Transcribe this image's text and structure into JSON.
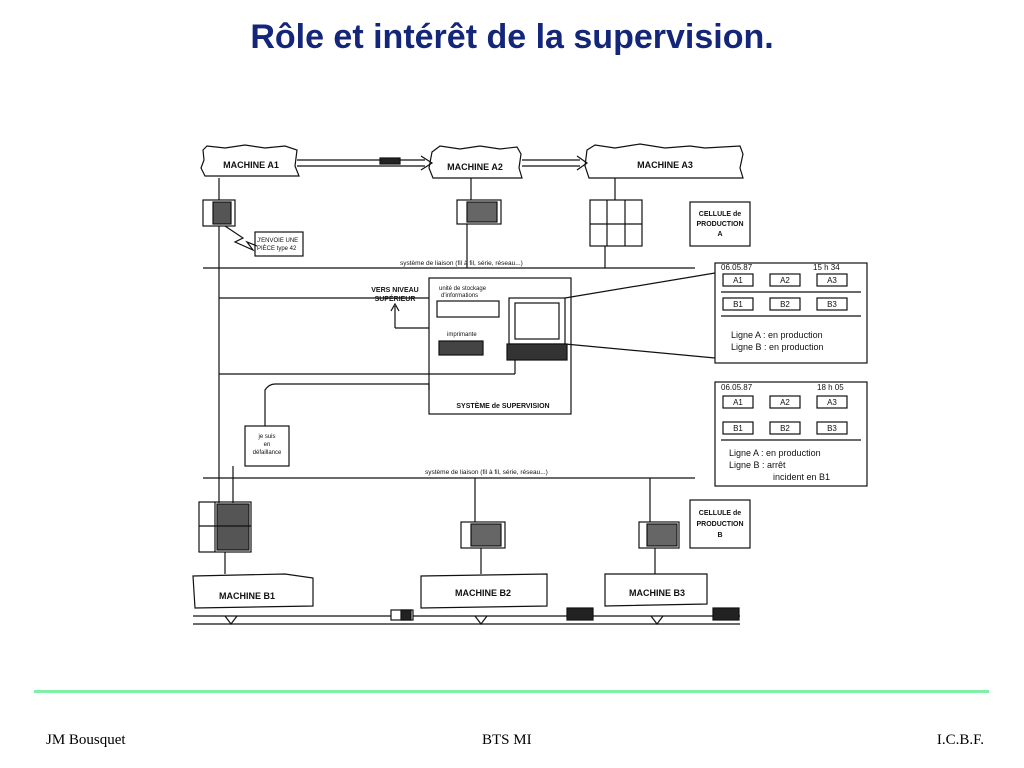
{
  "slide": {
    "title": "Rôle et intérêt de la supervision."
  },
  "diagram": {
    "machines": {
      "a1": "MACHINE A1",
      "a2": "MACHINE A2",
      "a3": "MACHINE A3",
      "b1": "MACHINE B1",
      "b2": "MACHINE B2",
      "b3": "MACHINE B3"
    },
    "cellule_a": [
      "CELLULE de",
      "PRODUCTION",
      "A"
    ],
    "cellule_b": [
      "CELLULE de",
      "PRODUCTION",
      "B"
    ],
    "envoi_msg": [
      "J'ENVOIE UNE",
      "PIÈCE type 42"
    ],
    "link_top": "système de liaison   (fil à fil, série, réseau...)",
    "link_bottom": "système de liaison (fil à fil, série, réseau...)",
    "vers_niveau": [
      "VERS NIVEAU",
      "SUPÉRIEUR"
    ],
    "stockage": [
      "unité de stockage",
      "d'informations"
    ],
    "imprimante": "imprimante",
    "supervision_label": "SYSTÈME de SUPERVISION",
    "defaillance": [
      "je suis",
      "en",
      "défaillance"
    ],
    "screen1": {
      "date": "06.05.87",
      "time": "15 h 34",
      "row_a": [
        "A1",
        "A2",
        "A3"
      ],
      "row_b": [
        "B1",
        "B2",
        "B3"
      ],
      "status": [
        "Ligne A : en production",
        "Ligne B : en production"
      ]
    },
    "screen2": {
      "date": "06.05.87",
      "time": "18 h 05",
      "row_a": [
        "A1",
        "A2",
        "A3"
      ],
      "row_b": [
        "B1",
        "B2",
        "B3"
      ],
      "status": [
        "Ligne A : en production",
        "Ligne B : arrêt",
        "incident en B1"
      ]
    }
  },
  "footer": {
    "left": "JM Bousquet",
    "center": "BTS MI",
    "right": "I.C.B.F."
  }
}
